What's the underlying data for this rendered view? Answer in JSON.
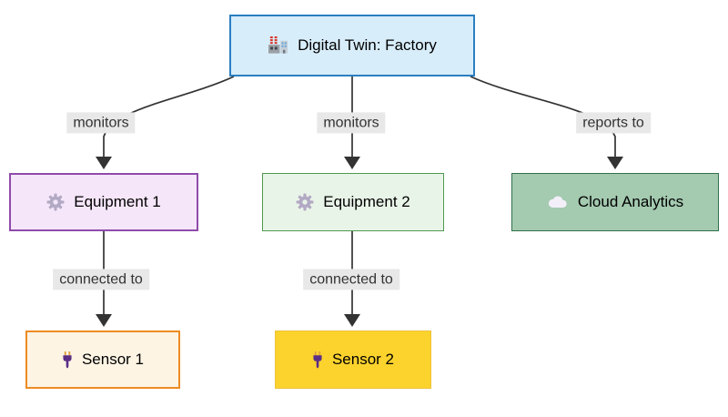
{
  "diagram": {
    "type": "flowchart",
    "nodes": [
      {
        "id": "digital-twin-factory",
        "label": "Digital Twin: Factory",
        "icon": "factory-icon",
        "fill": "#d8edfa",
        "border": "#2a7fc1"
      },
      {
        "id": "equipment-1",
        "label": "Equipment 1",
        "icon": "gear-icon",
        "fill": "#f5e6f9",
        "border": "#8f4bab"
      },
      {
        "id": "equipment-2",
        "label": "Equipment 2",
        "icon": "gear-icon",
        "fill": "#e9f4e8",
        "border": "#4e9a4f"
      },
      {
        "id": "cloud-analytics",
        "label": "Cloud Analytics",
        "icon": "cloud-icon",
        "fill": "#a4cab0",
        "border": "#31714a"
      },
      {
        "id": "sensor-1",
        "label": "Sensor 1",
        "icon": "plug-icon",
        "fill": "#fdf4e4",
        "border": "#ed8b24"
      },
      {
        "id": "sensor-2",
        "label": "Sensor 2",
        "icon": "plug-icon",
        "fill": "#fcd32d",
        "border": "#edc23b"
      }
    ],
    "edges": [
      {
        "from": "digital-twin-factory",
        "to": "equipment-1",
        "label": "monitors"
      },
      {
        "from": "digital-twin-factory",
        "to": "equipment-2",
        "label": "monitors"
      },
      {
        "from": "digital-twin-factory",
        "to": "cloud-analytics",
        "label": "reports to"
      },
      {
        "from": "equipment-1",
        "to": "sensor-1",
        "label": "connected to"
      },
      {
        "from": "equipment-2",
        "to": "sensor-2",
        "label": "connected to"
      }
    ],
    "style": {
      "canvas_bg": "#ffffff",
      "edge_color": "#333333",
      "edge_label_bg": "#e8e8e8",
      "edge_label_text": "#333333",
      "node_text": "#000000"
    }
  }
}
